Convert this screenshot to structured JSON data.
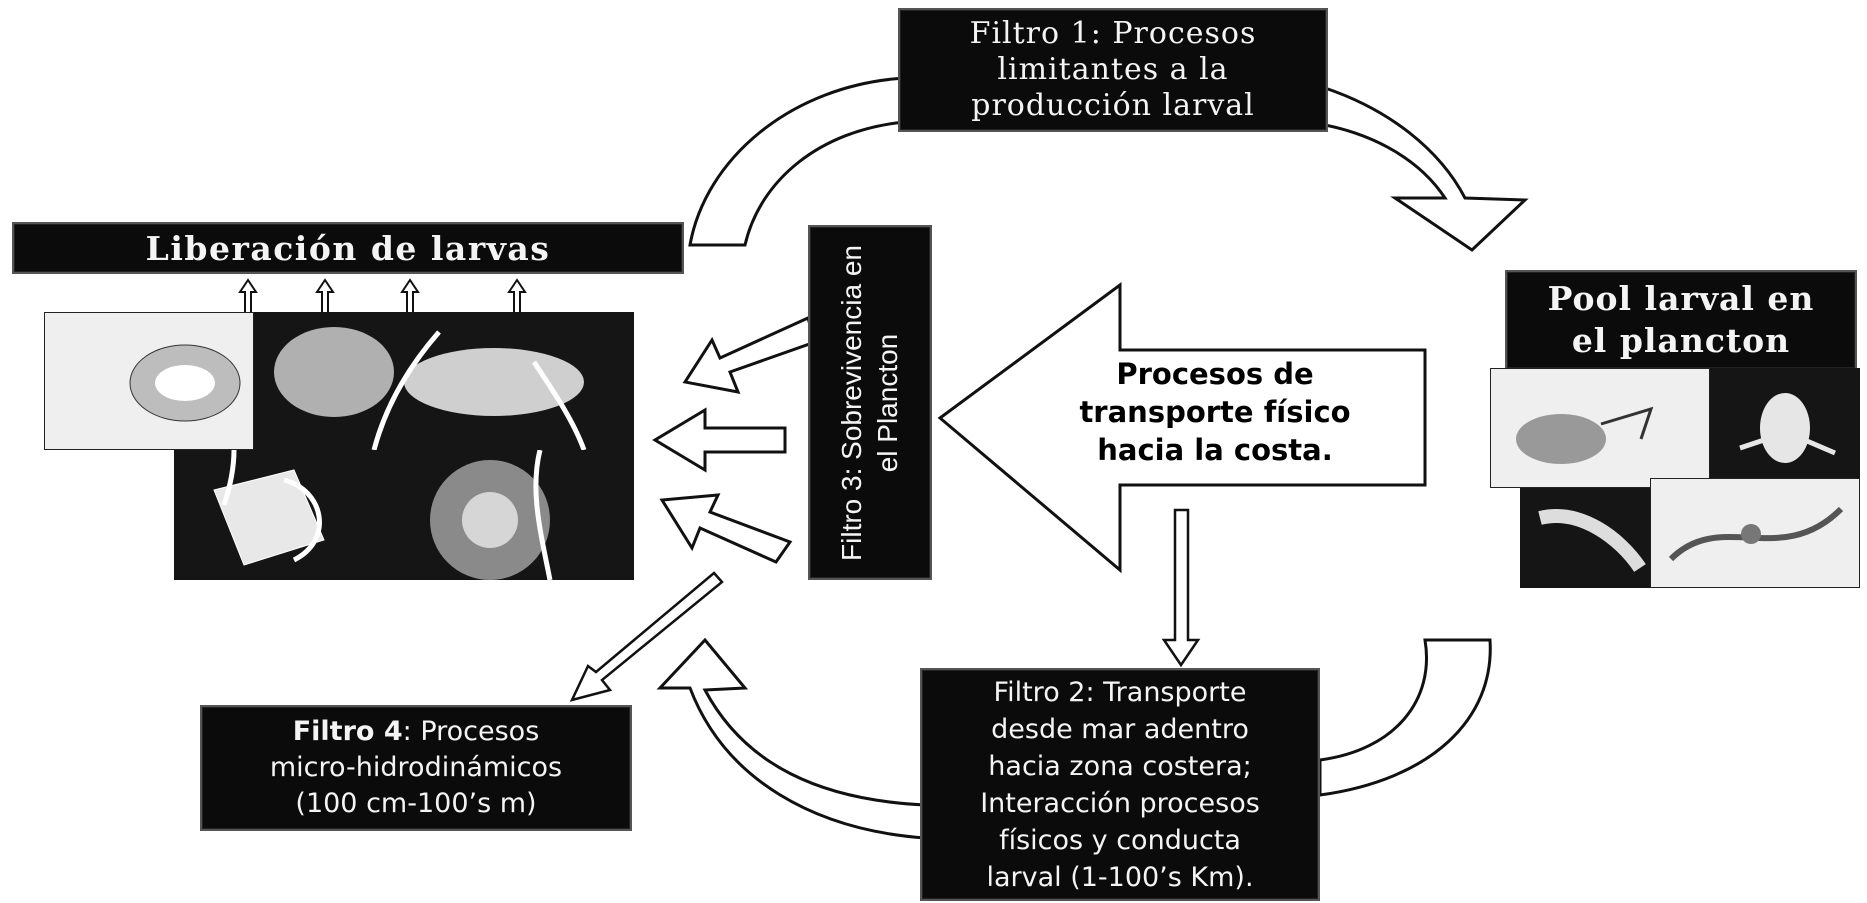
{
  "filtro1": {
    "lines": [
      "Filtro 1: Procesos",
      "limitantes a la",
      "producción larval"
    ]
  },
  "liberacion": {
    "title": "Liberación de larvas"
  },
  "pool": {
    "lines": [
      "Pool larval en",
      "el plancton"
    ]
  },
  "filtro3": {
    "lines": [
      "Filtro 3: Sobrevivencia en",
      "el Plancton"
    ]
  },
  "transporte": {
    "lines": [
      "Procesos de",
      "transporte físico",
      "hacia la costa."
    ]
  },
  "filtro2": {
    "lines": [
      "Filtro 2: Transporte",
      "desde mar adentro",
      "hacia zona costera;",
      "Interacción procesos",
      "físicos y conducta",
      "larval (1-100’s Km)."
    ]
  },
  "filtro4": {
    "bold": "Filtro 4",
    "rest": ": Procesos",
    "lines": [
      "micro-hidrodinámicos",
      "(100 cm-100’s m)"
    ]
  },
  "colors": {
    "box_bg": "#0b0b0b",
    "box_text": "#f4f4f4",
    "arrow_stroke": "#111111",
    "arrow_fill": "#ffffff"
  }
}
